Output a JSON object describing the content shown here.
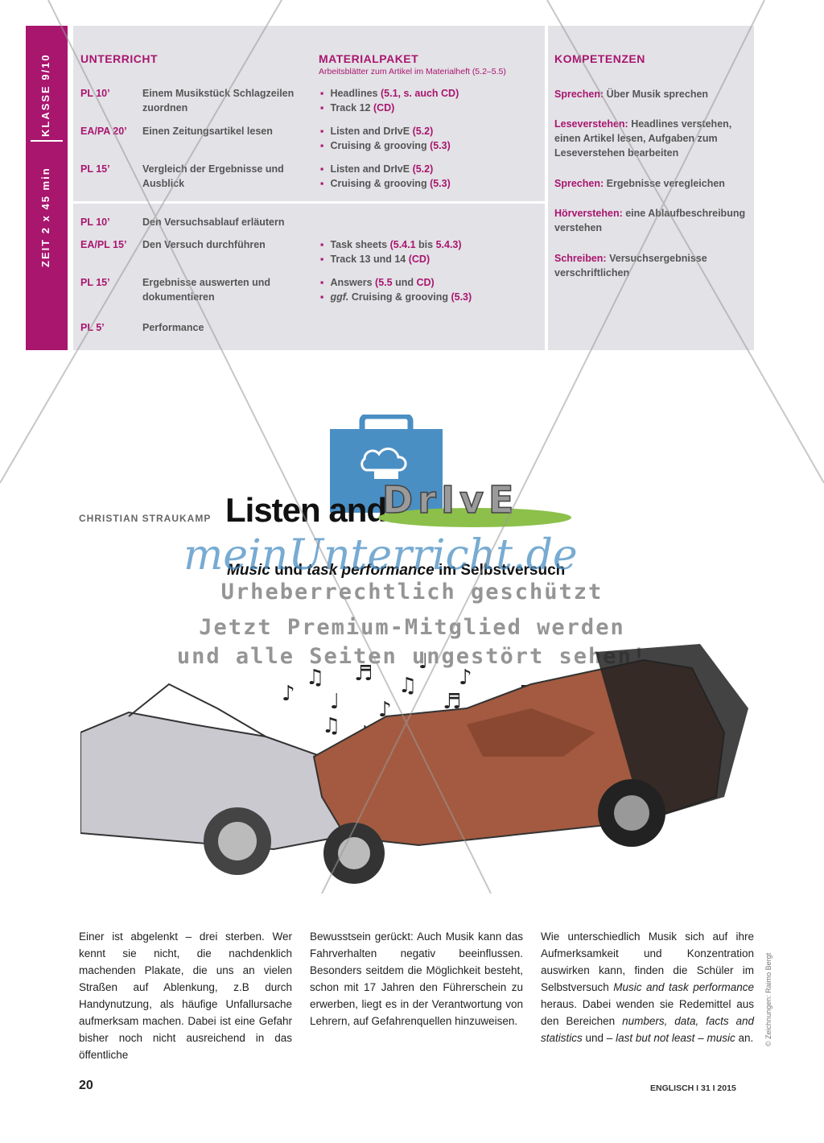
{
  "sidebar": {
    "klasse": "KLASSE 9/10",
    "zeit": "ZEIT 2 x 45 min"
  },
  "table": {
    "unterricht_header": "UNTERRICHT",
    "material_header": "MATERIALPAKET",
    "material_sub": "Arbeitsblätter zum Artikel im Materialheft (5.2–5.5)",
    "kompetenzen_header": "KOMPETENZEN",
    "rows": [
      {
        "time": "PL 10’",
        "activity": "Einem Musikstück Schlagzeilen zuordnen",
        "m1": "Headlines",
        "m1k": "(5.1, s. auch CD)",
        "m2": "Track 12",
        "m2k": "(CD)"
      },
      {
        "time": "EA/PA 20’",
        "activity": "Einen Zeitungsartikel lesen",
        "m1": "Listen and DrIvE",
        "m1k": "(5.2)",
        "m2": "Cruising & grooving",
        "m2k": "(5.3)"
      },
      {
        "time": "PL 15’",
        "activity": "Vergleich der Ergebnisse und Ausblick",
        "m1": "Listen and DrIvE",
        "m1k": "(5.2)",
        "m2": "Cruising & grooving",
        "m2k": "(5.3)"
      },
      {
        "time": "PL 10’",
        "activity": "Den Versuchsablauf erläutern"
      },
      {
        "time": "EA/PL 15’",
        "activity": "Den Versuch durchführen",
        "m1": "Task sheets",
        "m1k": "(5.4.1",
        "m1b": "bis",
        "m1c": "5.4.3)",
        "m2": "Track 13 und 14",
        "m2k": "(CD)"
      },
      {
        "time": "PL 15’",
        "activity": "Ergebnisse auswerten und dokumentieren",
        "m1": "Answers",
        "m1k": "(5.5",
        "m1b": "und",
        "m1c": "CD)",
        "m2pre": "ggf.",
        "m2": "Cruising & grooving",
        "m2k": "(5.3)"
      },
      {
        "time": "PL 5’",
        "activity": "Performance"
      }
    ],
    "kompetenzen": [
      {
        "k": "Sprechen:",
        "t": "Über Musik sprechen"
      },
      {
        "k": "Leseverstehen:",
        "t": "Headlines verstehen, einen Artikel lesen, Aufgaben zum Leseverstehen bearbeiten"
      },
      {
        "k": "Sprechen:",
        "t": "Ergebnisse veregleichen"
      },
      {
        "k": "Hörverstehen:",
        "t": "eine Ablaufbeschreibung verstehen"
      },
      {
        "k": "Schreiben:",
        "t": "Versuchsergebnisse verschriftlichen"
      }
    ]
  },
  "title": {
    "author": "CHRISTIAN STRAUKAMP",
    "main": "Listen and",
    "logo": "DrIvE",
    "sub_music": "Music",
    "sub_und": "und",
    "sub_task": "task performance",
    "sub_rest": "im Selbstversuch"
  },
  "watermark": {
    "logo": "meinUnterricht.de",
    "line1": "Urheberrechtlich geschützt",
    "line2": "Jetzt Premium-Mitglied werden",
    "line3": "und alle Seiten ungestört sehen!"
  },
  "body": {
    "col1": "Einer ist abgelenkt – drei sterben. Wer kennt sie nicht, die nachdenklich machenden Plakate, die uns an vielen Straßen auf Ablenkung, z.B durch Handynutzung, als häufige Unfallursache aufmerksam machen. Dabei ist eine Gefahr bisher noch nicht ausreichend in das öffentliche",
    "col2": "Bewusstsein gerückt: Auch Musik kann das Fahrverhalten negativ beeinflussen. Besonders seitdem die Möglichkeit besteht, schon mit 17 Jahren den Führerschein zu erwerben, liegt es in der Verantwortung von Lehrern, auf Gefahrenquellen hinzuweisen.",
    "col3a": "Wie unterschiedlich Musik sich auf ihre Aufmerksamkeit und Konzentration auswirken kann, finden die Schüler im Selbstversuch",
    "col3b": "Music and task performance",
    "col3c": "heraus. Dabei wenden sie Redemittel aus den Bereichen",
    "col3d": "numbers, data, facts and statistics",
    "col3e": "und –",
    "col3f": "last but not least",
    "col3g": "–",
    "col3h": "music",
    "col3i": "an."
  },
  "footer": {
    "page": "20",
    "journal": "ENGLISCH I 31 I 2015"
  },
  "credit": "© Zeichnungen: Raimo Bergt",
  "colors": {
    "accent": "#a8166e",
    "table_bg": "#e3e2e7",
    "watermark_blue": "#4a8fc4"
  }
}
